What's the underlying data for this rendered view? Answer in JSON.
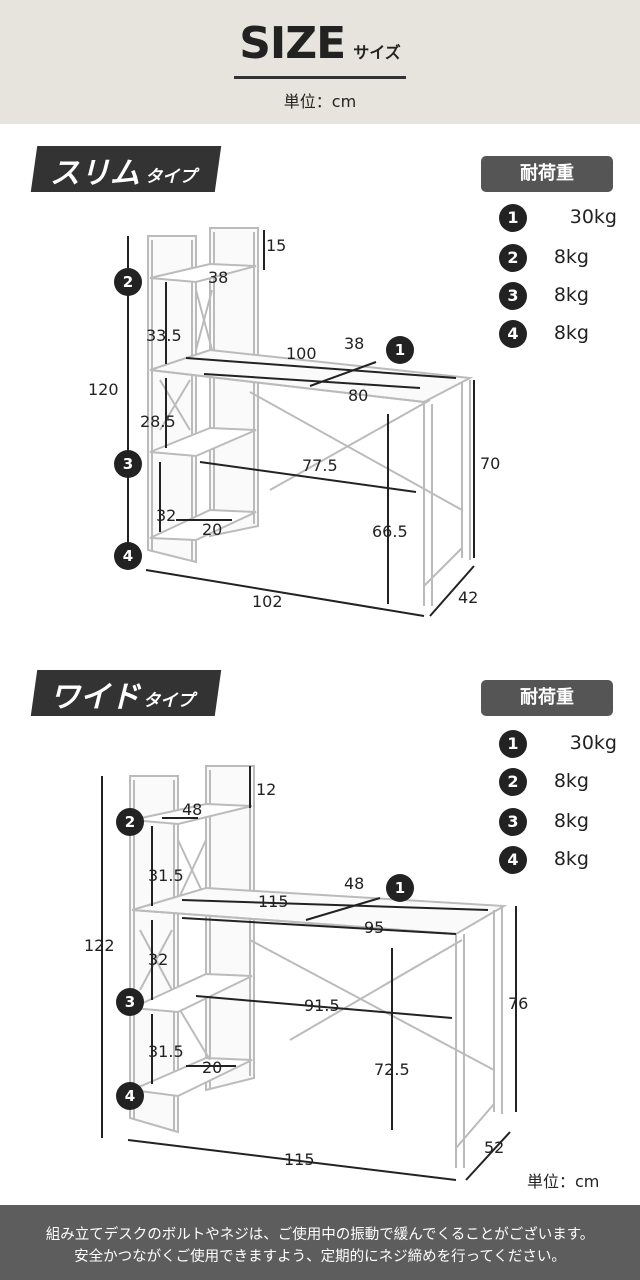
{
  "header": {
    "title": "SIZE",
    "subtitle": "サイズ",
    "unit": "単位：cm"
  },
  "slim": {
    "type_main": "スリム",
    "type_sub": "タイプ",
    "load_title": "耐荷重",
    "loads": [
      {
        "num": "1",
        "value": "30kg"
      },
      {
        "num": "2",
        "value": "8kg"
      },
      {
        "num": "3",
        "value": "8kg"
      },
      {
        "num": "4",
        "value": "8kg"
      }
    ],
    "dims": {
      "top_shelf_h": "15",
      "shelf_w": "38",
      "shelf_gap1": "33.5",
      "total_h": "120",
      "desk_w": "100",
      "desk_d": "38",
      "inner_w": "80",
      "shelf_gap2": "28.5",
      "leg_span": "77.5",
      "desk_h": "70",
      "shelf_gap3": "32",
      "bottom_w": "20",
      "under_h": "66.5",
      "total_w": "102",
      "total_d": "42"
    }
  },
  "wide": {
    "type_main": "ワイド",
    "type_sub": "タイプ",
    "load_title": "耐荷重",
    "loads": [
      {
        "num": "1",
        "value": "30kg"
      },
      {
        "num": "2",
        "value": "8kg"
      },
      {
        "num": "3",
        "value": "8kg"
      },
      {
        "num": "4",
        "value": "8kg"
      }
    ],
    "dims": {
      "top_shelf_h": "12",
      "shelf_w": "48",
      "shelf_gap1": "31.5",
      "desk_d": "48",
      "desk_w": "115",
      "total_h": "122",
      "inner_w": "95",
      "shelf_gap2": "32",
      "desk_h": "76",
      "leg_span": "91.5",
      "shelf_gap3": "31.5",
      "bottom_w": "20",
      "under_h": "72.5",
      "total_w": "115",
      "total_d": "52"
    }
  },
  "unit_bottom": "単位：cm",
  "footer": {
    "line1": "組み立てデスクのボルトやネジは、ご使用中の振動で緩んでくることがございます。",
    "line2": "安全かつながくご使用できますよう、定期的にネジ締めを行ってください。"
  }
}
